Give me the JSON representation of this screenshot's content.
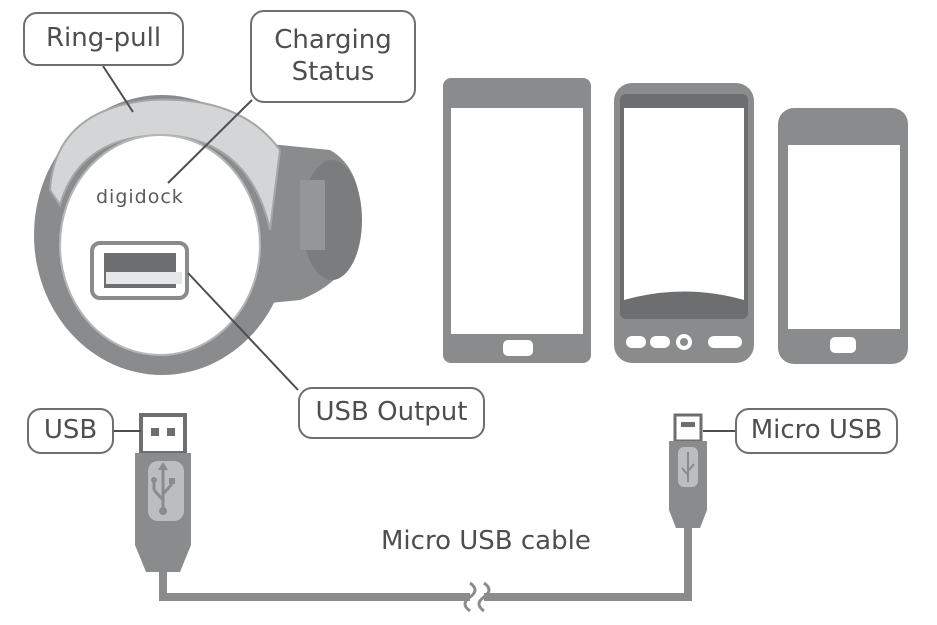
{
  "callouts": {
    "ring_pull": "Ring-pull",
    "charging_status_line1": "Charging",
    "charging_status_line2": "Status",
    "usb_output": "USB Output",
    "usb": "USB",
    "micro_usb": "Micro USB"
  },
  "cable_label": "Micro USB cable",
  "device_brand": "digidock",
  "colors": {
    "device_gray": "#8a8b8d",
    "dark_gray": "#6d6e70",
    "light_gray": "#d4d5d6",
    "text": "#4d4e50"
  }
}
